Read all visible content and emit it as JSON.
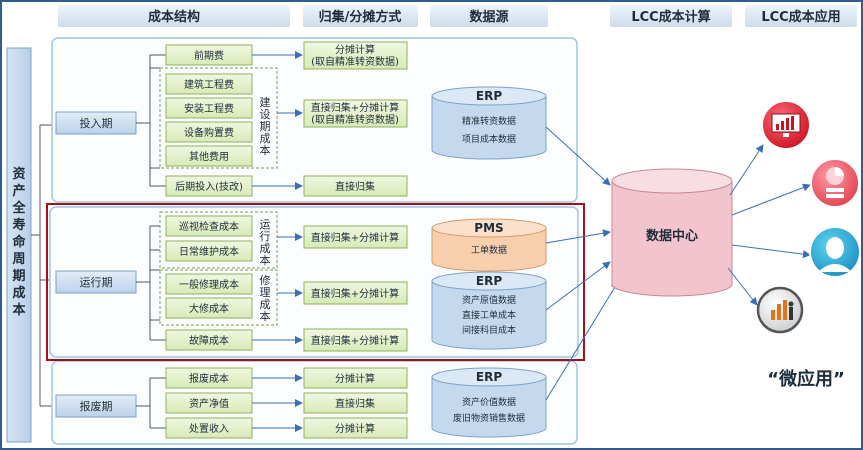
{
  "headers": {
    "cost_structure": "成本结构",
    "allocation_method": "归集/分摊方式",
    "data_source": "数据源",
    "lcc_calc": "LCC成本计算",
    "lcc_app": "LCC成本应用"
  },
  "left_label": "资产全寿命周期成本",
  "phases": {
    "invest": "投入期",
    "operate": "运行期",
    "scrap": "报废期"
  },
  "group_labels": {
    "construction": "建设期成本",
    "operation": "运行成本",
    "repair": "修理成本"
  },
  "items": {
    "pre_cost": "前期费",
    "building": "建筑工程费",
    "install": "安装工程费",
    "equipment": "设备购置费",
    "other": "其他费用",
    "later_invest": "后期投入(技改)",
    "patrol": "巡视检查成本",
    "maintenance": "日常维护成本",
    "general_repair": "一般修理成本",
    "overhaul": "大修成本",
    "fault": "故障成本",
    "scrap_cost": "报废成本",
    "net_asset": "资产净值",
    "disposal": "处置收入"
  },
  "methods": {
    "m1_line1": "分摊计算",
    "m1_line2": "(取自精准转资数据)",
    "m2_line1": "直接归集+分摊计算",
    "m2_line2": "(取自精准转资数据)",
    "m3": "直接归集",
    "m4": "直接归集+分摊计算",
    "m5": "直接归集+分摊计算",
    "m6": "直接归集+分摊计算",
    "m7": "分摊计算",
    "m8": "直接归集",
    "m9": "分摊计算"
  },
  "sources": {
    "erp1": {
      "title": "ERP",
      "lines": [
        "精准转资数据",
        "项目成本数据"
      ]
    },
    "pms": {
      "title": "PMS",
      "lines": [
        "工单数据"
      ]
    },
    "erp2": {
      "title": "ERP",
      "lines": [
        "资产原值数据",
        "直接工单成本",
        "间接科目成本"
      ]
    },
    "erp3": {
      "title": "ERP",
      "lines": [
        "资产价值数据",
        "废旧物资销售数据"
      ]
    }
  },
  "center": "数据中心",
  "micro_app": "“微应用”",
  "app_icons": [
    "monitor-chart-icon",
    "pie-chart-server-icon",
    "user-avatar-icon",
    "people-bar-chart-icon"
  ],
  "colors": {
    "header_bg": "#dbe7f1",
    "item_fill": "#e3f0c8",
    "item_border": "#8fb25a",
    "phase_fill": "#c9dcf0",
    "cylinder_blue": "#c5d9ee",
    "cylinder_orange": "#f8cfad",
    "cylinder_pink": "#f2c4cd",
    "highlight": "#a50f1c",
    "arrow": "#5a86c2"
  }
}
